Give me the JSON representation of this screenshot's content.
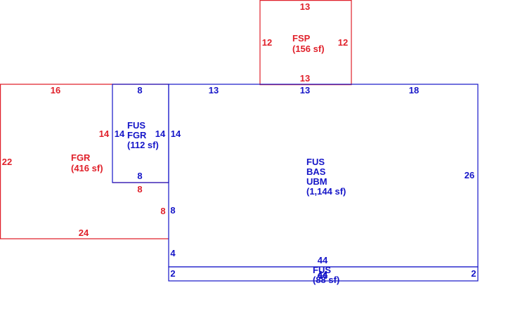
{
  "colors": {
    "red": "#e0202a",
    "blue": "#1515c8",
    "background": "#ffffff"
  },
  "fsp": {
    "dims": {
      "top": "13",
      "left": "12",
      "right": "12",
      "bottom": "13"
    },
    "label": [
      "FSP",
      "(156 sf)"
    ]
  },
  "fgr_outer": {
    "dims": {
      "top": "16",
      "left": "22",
      "bottom": "24",
      "inner_right": "14",
      "notch_bottom": "8",
      "notch_right": "8"
    },
    "label": [
      "FGR",
      "(416 sf)"
    ]
  },
  "fus_fgr": {
    "dims": {
      "top": "8",
      "left": "14",
      "right": "14",
      "bottom": "8"
    },
    "label": [
      "FUS",
      "FGR",
      "(112 sf)"
    ]
  },
  "main": {
    "dims": {
      "top_left": "13",
      "top_mid": "13",
      "top_right": "18",
      "left_upper": "14",
      "left_lower": "8",
      "left_bottom": "4",
      "right": "26",
      "bottom": "44"
    },
    "label": [
      "FUS",
      "BAS",
      "UBM",
      "(1,144 sf)"
    ]
  },
  "fus_strip": {
    "dims": {
      "left": "2",
      "right": "2",
      "top": "44",
      "bottom": "44"
    },
    "label": [
      "FUS",
      "(88 sf)"
    ]
  }
}
